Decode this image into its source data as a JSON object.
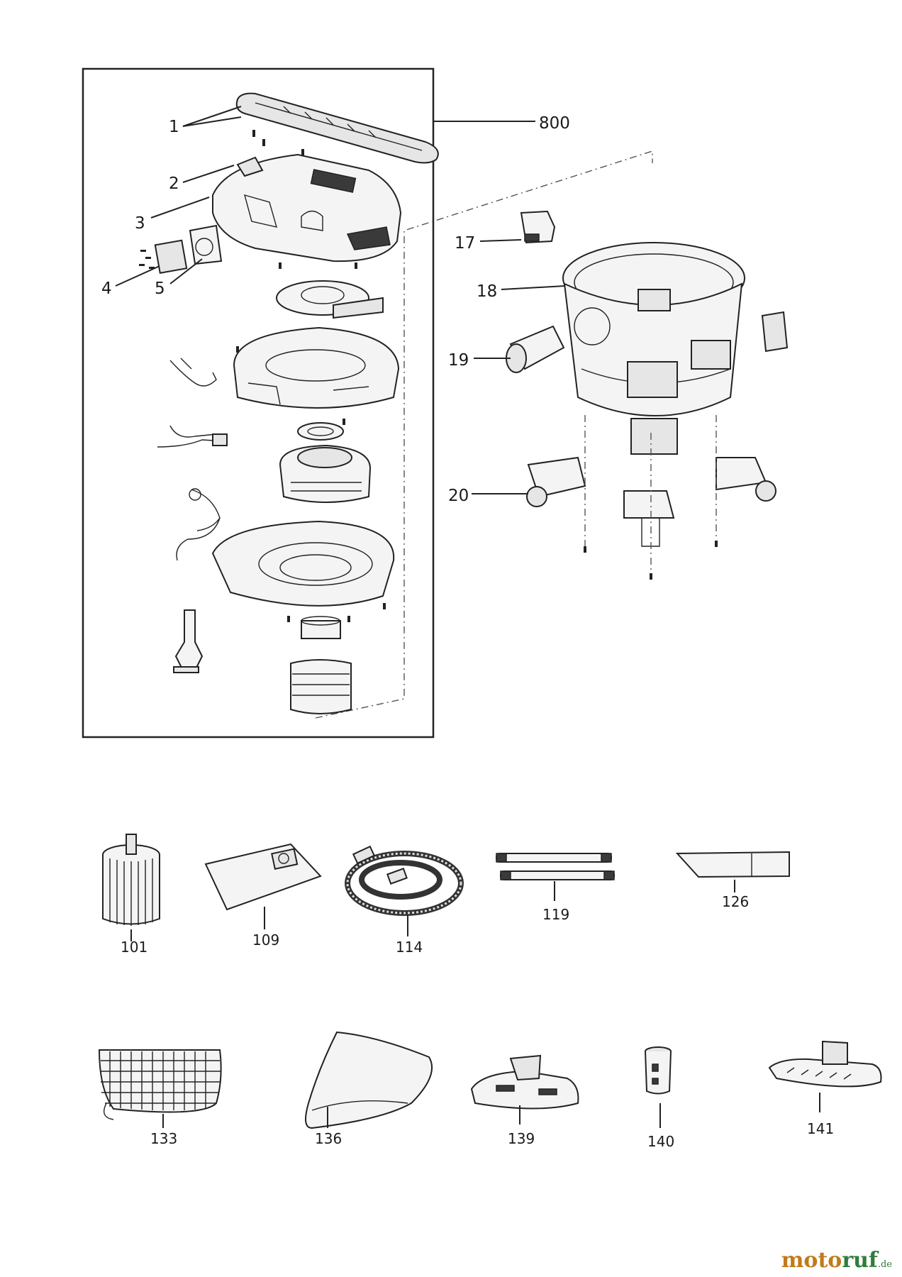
{
  "assembly": {
    "label": "800",
    "parts": [
      "1",
      "2",
      "3",
      "4",
      "5"
    ]
  },
  "drum_parts": [
    "17",
    "18",
    "19",
    "20"
  ],
  "accessories_row1": [
    "101",
    "109",
    "114",
    "119",
    "126"
  ],
  "accessories_row2": [
    "133",
    "136",
    "139",
    "140",
    "141"
  ],
  "watermark": {
    "part1": "moto",
    "part2": "ruf",
    "part3": ".de"
  }
}
